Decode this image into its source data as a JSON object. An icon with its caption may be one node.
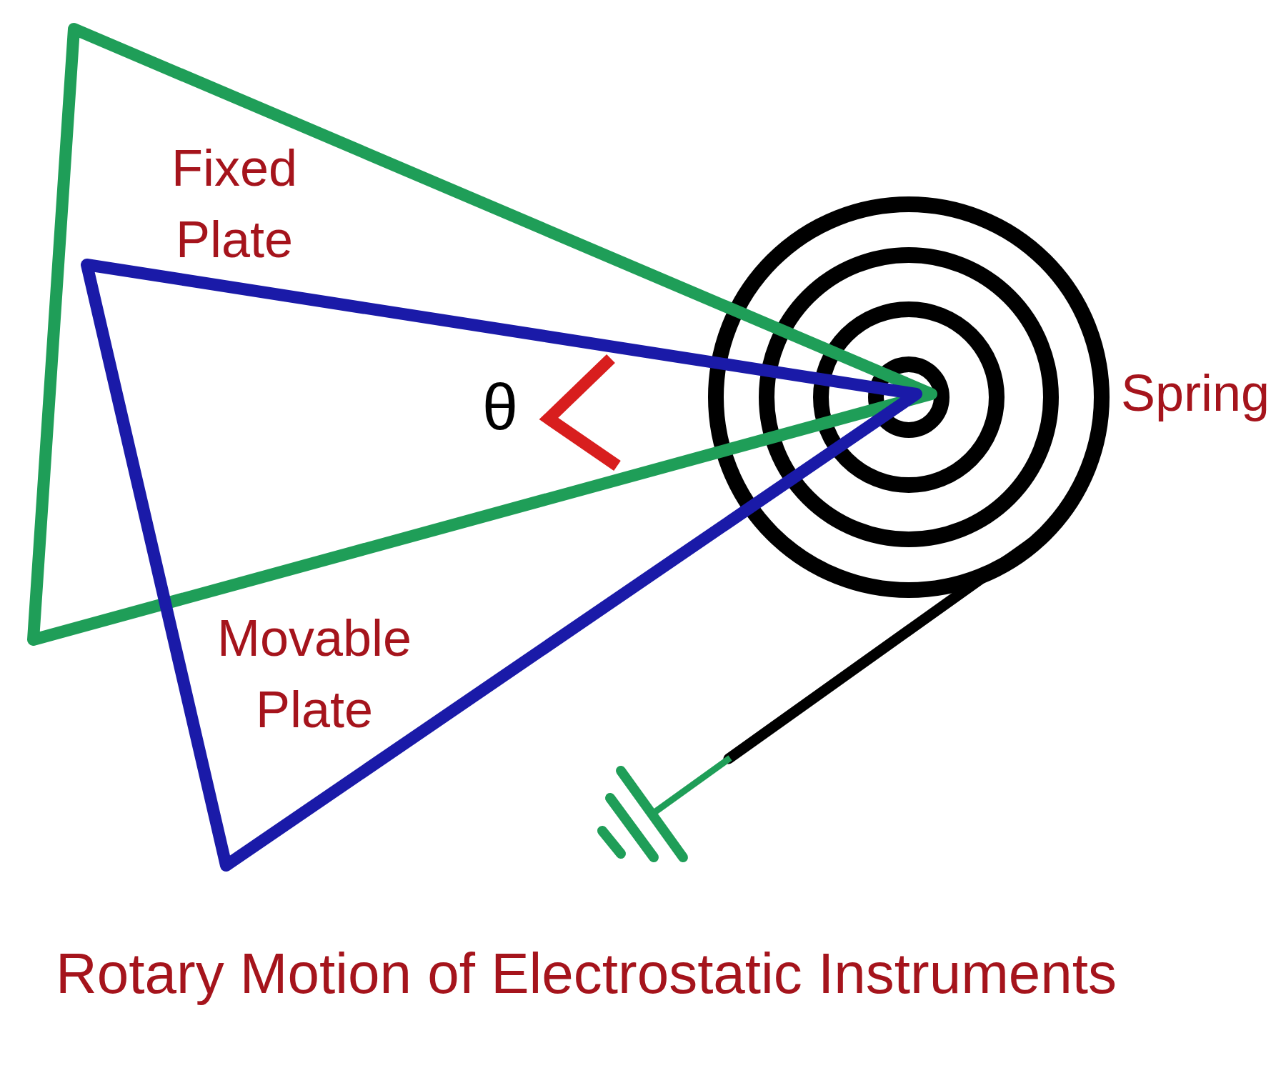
{
  "diagram": {
    "caption": "Rotary Motion of Electrostatic Instruments",
    "nodes": [
      {
        "text": [
          "Fixed Plate"
        ]
      },
      {
        "text": [
          "Movable Plate"
        ]
      }
    ],
    "labels": [
      "θ",
      "Spring"
    ]
  }
}
